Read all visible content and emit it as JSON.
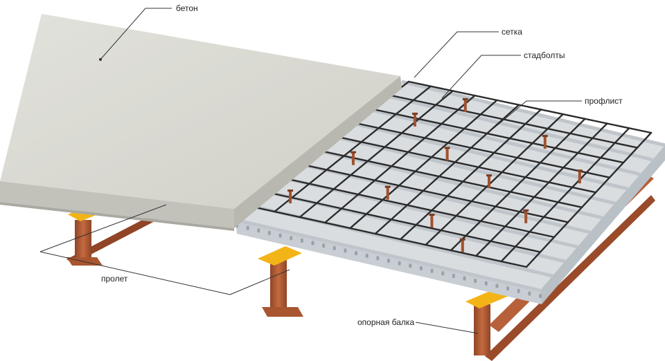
{
  "labels": {
    "concrete": "бетон",
    "mesh": "сетка",
    "studs": "стадболты",
    "deck": "профлист",
    "span": "пролет",
    "beam": "опорная балка"
  },
  "colors": {
    "concrete": "#d6d6cf",
    "concrete_edge": "#c2c2ba",
    "deck": "#d9dde0",
    "deck_rib": "#bfc5ca",
    "rebar": "#2b2b2b",
    "stud": "#a0522d",
    "beam": "#b8603a",
    "beam_dark": "#8f4526",
    "pad": "#f2b417",
    "leader": "#333333"
  }
}
